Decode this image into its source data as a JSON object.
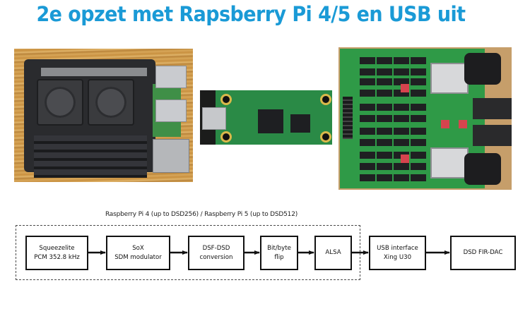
{
  "title": "2e opzet met Rapsberry Pi 4/5 en USB uit",
  "photos": [
    {
      "name": "raspberry-pi-case-photo",
      "subject": "Raspberry Pi with dual fan black aluminium case"
    },
    {
      "name": "usb-interface-board-photo",
      "subject": "USB interface board"
    },
    {
      "name": "dsd-dac-board-photo",
      "subject": "DSD FIR-DAC board"
    }
  ],
  "diagram": {
    "group_label": "Raspberry Pi 4 (up to DSD256) / Raspberry Pi 5 (up to DSD512)",
    "blocks": [
      {
        "id": "squeezelite",
        "lines": [
          "Squeezelite",
          "PCM 352.8 kHz"
        ]
      },
      {
        "id": "sox",
        "lines": [
          "SoX",
          "SDM modulator"
        ]
      },
      {
        "id": "dsf-dsd",
        "lines": [
          "DSF-DSD",
          "conversion"
        ]
      },
      {
        "id": "bitflip",
        "lines": [
          "Bit/byte",
          "flip"
        ]
      },
      {
        "id": "alsa",
        "lines": [
          "ALSA"
        ]
      },
      {
        "id": "usb",
        "lines": [
          "USB interface",
          "Xing U30"
        ]
      },
      {
        "id": "dac",
        "lines": [
          "DSD FIR-DAC"
        ]
      }
    ],
    "connections": [
      [
        "squeezelite",
        "sox"
      ],
      [
        "sox",
        "dsf-dsd"
      ],
      [
        "dsf-dsd",
        "bitflip"
      ],
      [
        "bitflip",
        "alsa"
      ],
      [
        "alsa",
        "usb"
      ],
      [
        "usb",
        "dac"
      ]
    ]
  }
}
